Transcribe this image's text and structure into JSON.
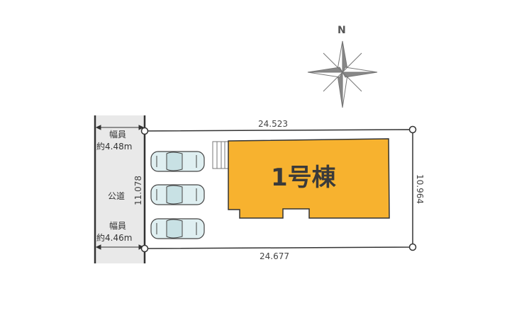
{
  "compass": {
    "label": "N"
  },
  "road": {
    "label": "公道",
    "width_top_label": "幅員",
    "width_top_value": "約4.48m",
    "width_bottom_label": "幅員",
    "width_bottom_value": "約4.46m"
  },
  "lot": {
    "dim_top": "24.523",
    "dim_bottom": "24.677",
    "dim_left": "11.078",
    "dim_right": "10.964"
  },
  "building": {
    "label": "1号棟",
    "color": "#f7b22f"
  },
  "parking": {
    "spaces": 3
  },
  "colors": {
    "road": "#e9e9e9",
    "car": "#dfeff1",
    "line": "#333333"
  }
}
